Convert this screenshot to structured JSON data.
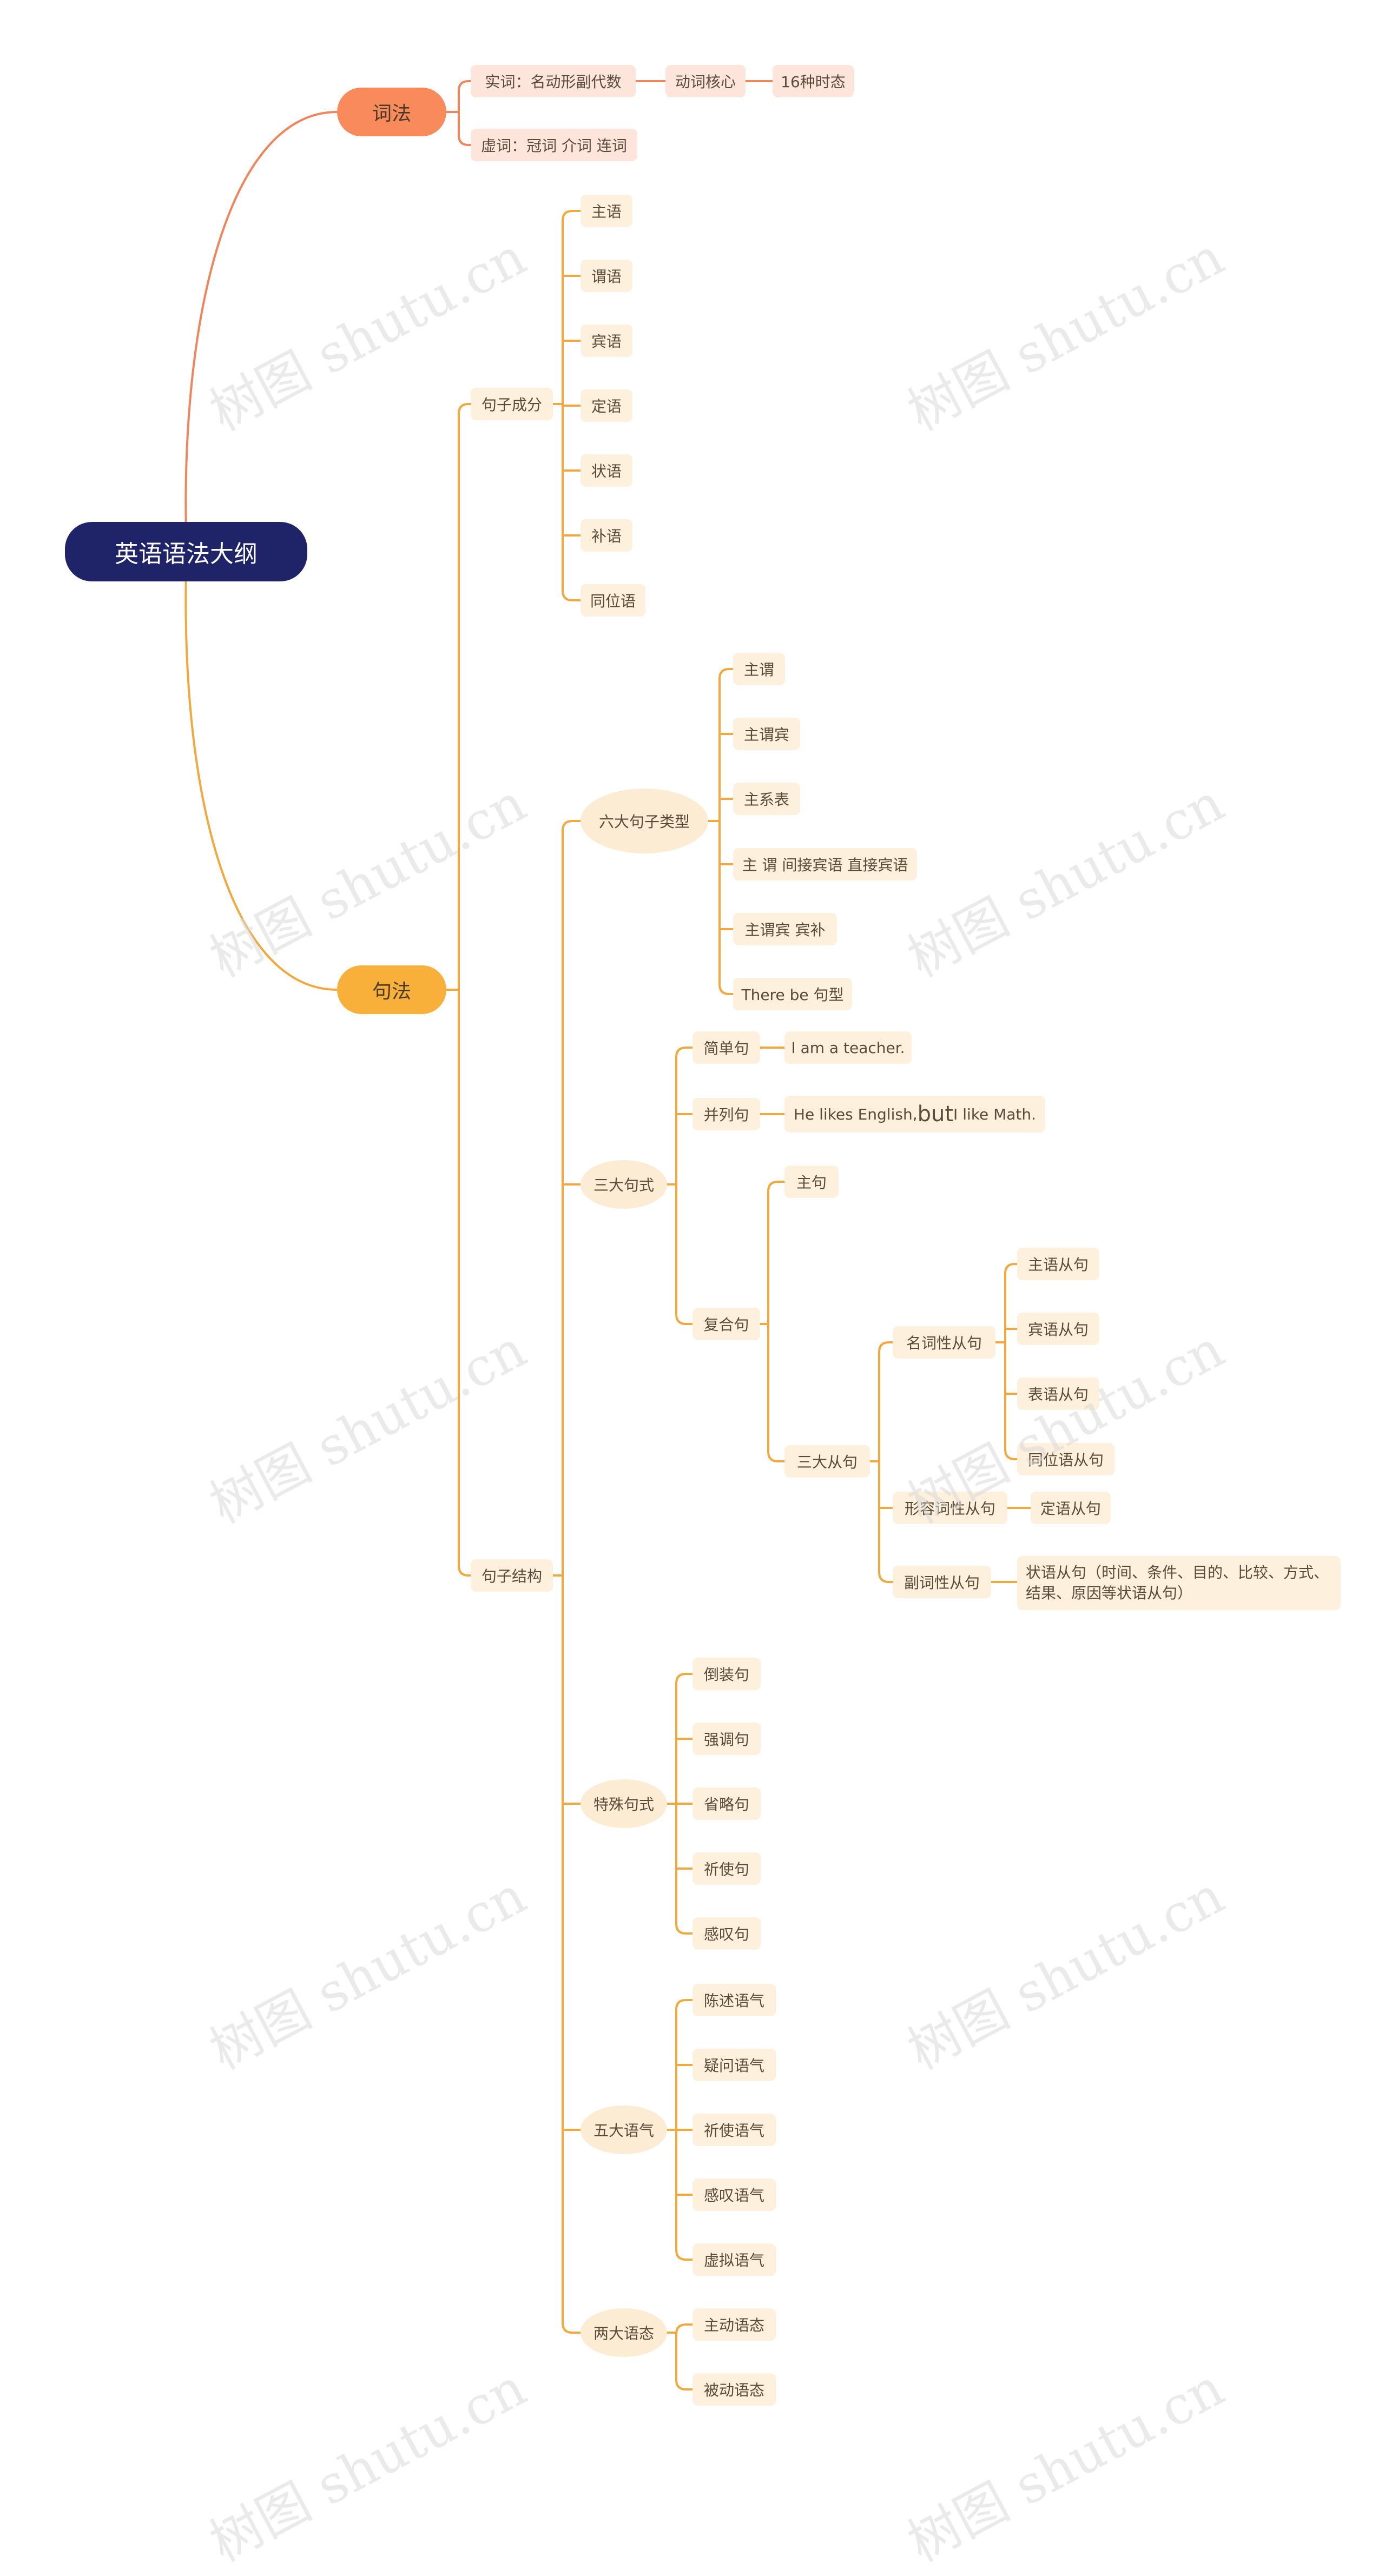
{
  "colors": {
    "root_bg": "#1e2467",
    "cifa": "#f98a5c",
    "jufa": "#f9b03a",
    "line_orange": "#f0845a",
    "line_amber": "#f2a83c",
    "chip_pink": "#fde5dc",
    "chip_cream": "#fdf0dc"
  },
  "root": "英语语法大纲",
  "cifa": {
    "label": "词法",
    "shici": "实词：名动形副代数",
    "dongci": "动词核心",
    "shitai": "16种时态",
    "xuci": "虚词：冠词 介词 连词"
  },
  "jufa": {
    "label": "句法",
    "chengfen": {
      "label": "句子成分",
      "items": [
        "主语",
        "谓语",
        "宾语",
        "定语",
        "状语",
        "补语",
        "同位语"
      ]
    },
    "jiegou": {
      "label": "句子结构",
      "liuda": {
        "label": "六大句子类型",
        "items": [
          "主谓",
          "主谓宾",
          "主系表",
          "主 谓 间接宾语 直接宾语",
          "主谓宾 宾补",
          "There be 句型"
        ]
      },
      "sanda": {
        "label": "三大句式",
        "jiandan": {
          "label": "简单句",
          "example": "I am a teacher."
        },
        "binglie": {
          "label": "并列句",
          "example_a": "He likes English, ",
          "example_but": "but",
          "example_b": " I like Math."
        },
        "fuhe": {
          "label": "复合句",
          "zhuju": "主句",
          "congju": {
            "label": "三大从句",
            "mingci": {
              "label": "名词性从句",
              "items": [
                "主语从句",
                "宾语从句",
                "表语从句",
                "同位语从句"
              ]
            },
            "xingrong": {
              "label": "形容词性从句",
              "item": "定语从句"
            },
            "fuci": {
              "label": "副词性从句",
              "item": "状语从句（时间、条件、目的、比较、方式、结果、原因等状语从句）"
            }
          }
        }
      },
      "teshu": {
        "label": "特殊句式",
        "items": [
          "倒装句",
          "强调句",
          "省略句",
          "祈使句",
          "感叹句"
        ]
      },
      "yuqi": {
        "label": "五大语气",
        "items": [
          "陈述语气",
          "疑问语气",
          "祈使语气",
          "感叹语气",
          "虚拟语气"
        ]
      },
      "yutai": {
        "label": "两大语态",
        "items": [
          "主动语态",
          "被动语态"
        ]
      }
    }
  },
  "watermark": "树图 shutu.cn"
}
